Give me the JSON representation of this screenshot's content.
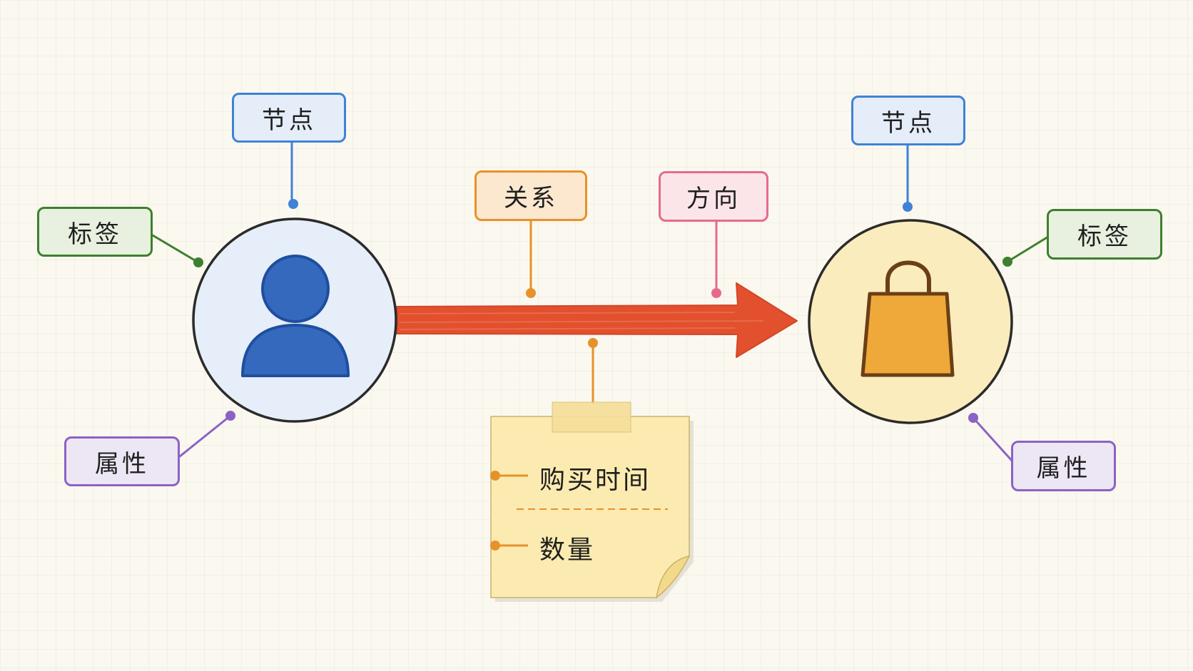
{
  "left_node": {
    "icon": "person-icon",
    "node_label": "节点",
    "tag_label": "标签",
    "property_label": "属性"
  },
  "relationship": {
    "relation_label": "关系",
    "direction_label": "方向",
    "note": {
      "items": [
        "购买时间",
        "数量"
      ]
    }
  },
  "right_node": {
    "icon": "shopping-bag-icon",
    "node_label": "节点",
    "tag_label": "标签",
    "property_label": "属性"
  },
  "colors": {
    "node_blue": "#3f82d6",
    "tag_green": "#3e7f2f",
    "property_purple": "#8b63c5",
    "relation_orange": "#e6922b",
    "direction_pink": "#e66a8e",
    "arrow_red": "#e2502e",
    "person_fill": "#2f66bb",
    "bag_fill": "#eea93a",
    "note_yellow": "#fcebb0"
  }
}
